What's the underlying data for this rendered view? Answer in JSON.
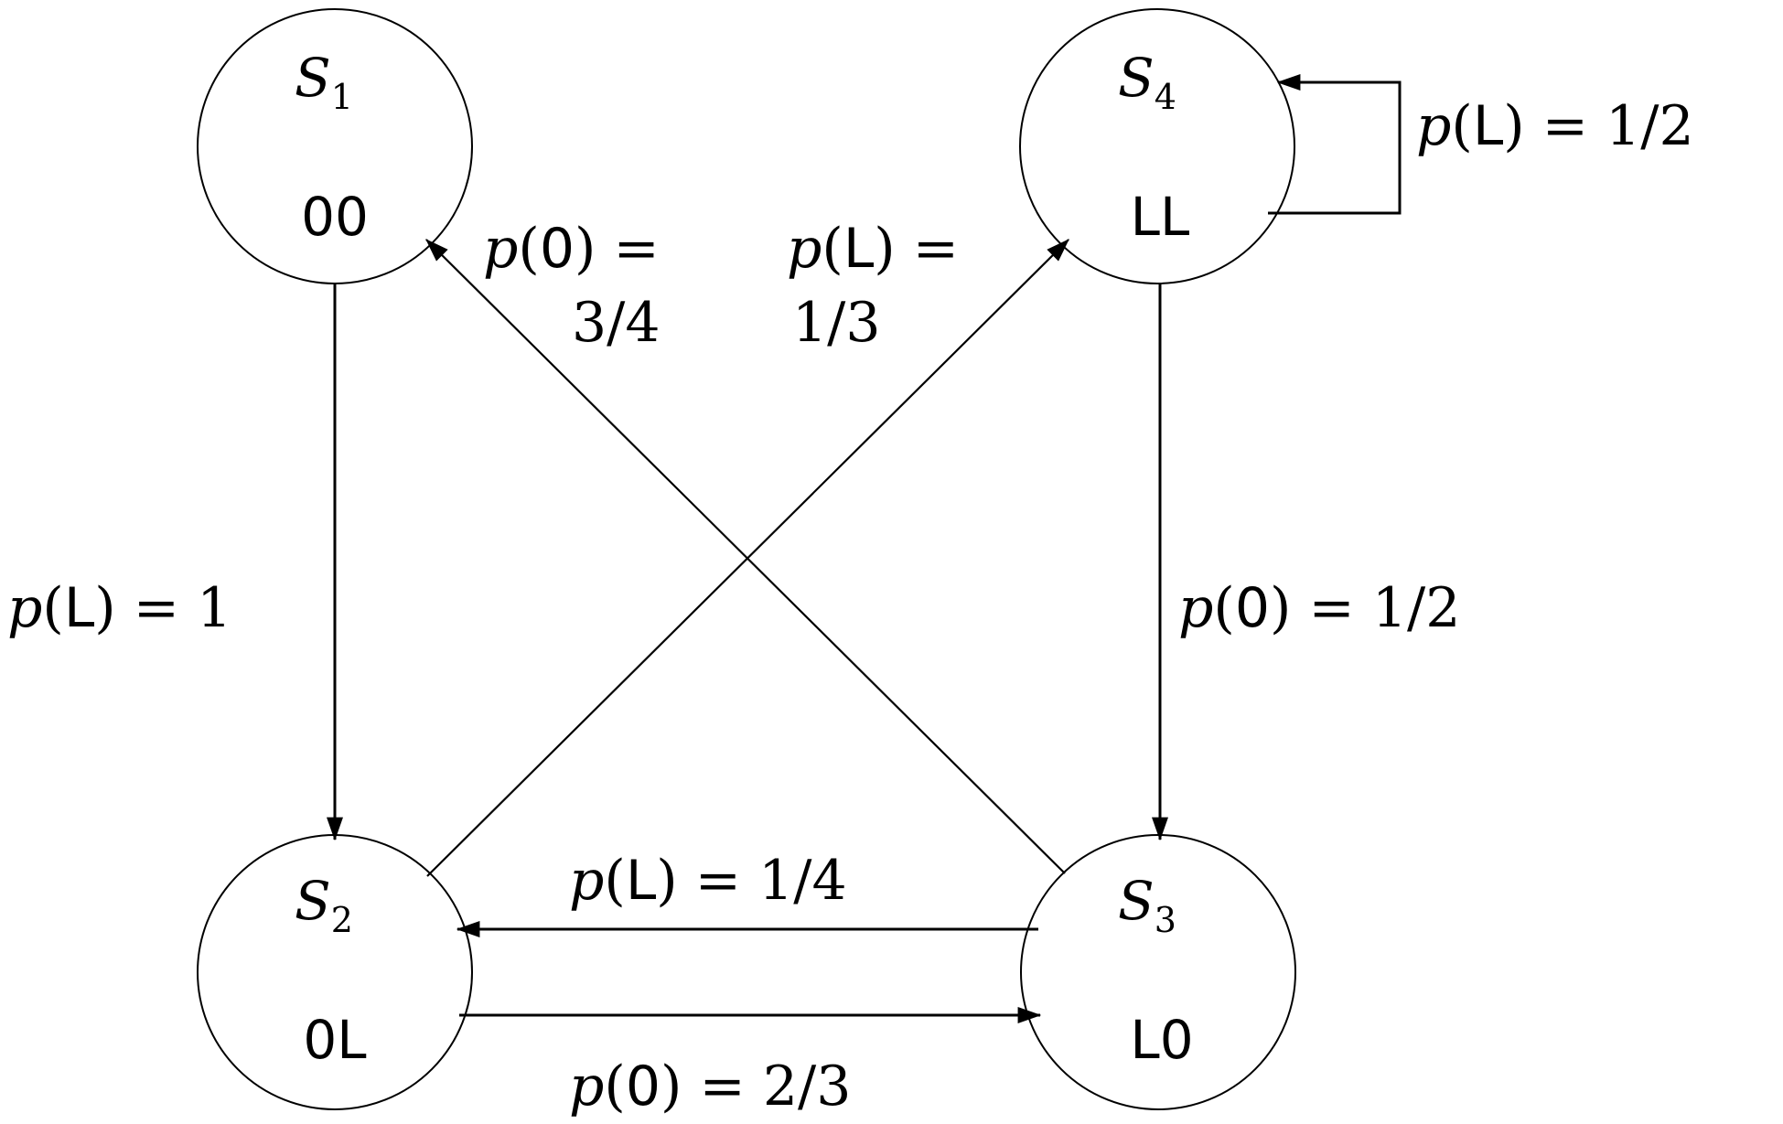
{
  "states": [
    {
      "id": "s1",
      "name": "S",
      "sub": "1",
      "code": "00"
    },
    {
      "id": "s2",
      "name": "S",
      "sub": "2",
      "code": "0L"
    },
    {
      "id": "s3",
      "name": "S",
      "sub": "3",
      "code": "L0"
    },
    {
      "id": "s4",
      "name": "S",
      "sub": "4",
      "code": "LL"
    }
  ],
  "transitions": {
    "s1_to_s2": {
      "p": "p",
      "symbol": "L",
      "eq": " = 1"
    },
    "s3_to_s1": {
      "p": "p",
      "symbol": "0",
      "eq": " =",
      "value": "3/4"
    },
    "s2_to_s4": {
      "p": "p",
      "symbol": "L",
      "eq": " =",
      "value": "1/3"
    },
    "s4_self": {
      "p": "p",
      "symbol": "L",
      "eq": " = 1/2"
    },
    "s4_to_s3": {
      "p": "p",
      "symbol": "0",
      "eq": " = 1/2"
    },
    "s3_to_s2": {
      "p": "p",
      "symbol": "L",
      "eq": " = 1/4"
    },
    "s2_to_s3": {
      "p": "p",
      "symbol": "0",
      "eq": " = 2/3"
    }
  }
}
